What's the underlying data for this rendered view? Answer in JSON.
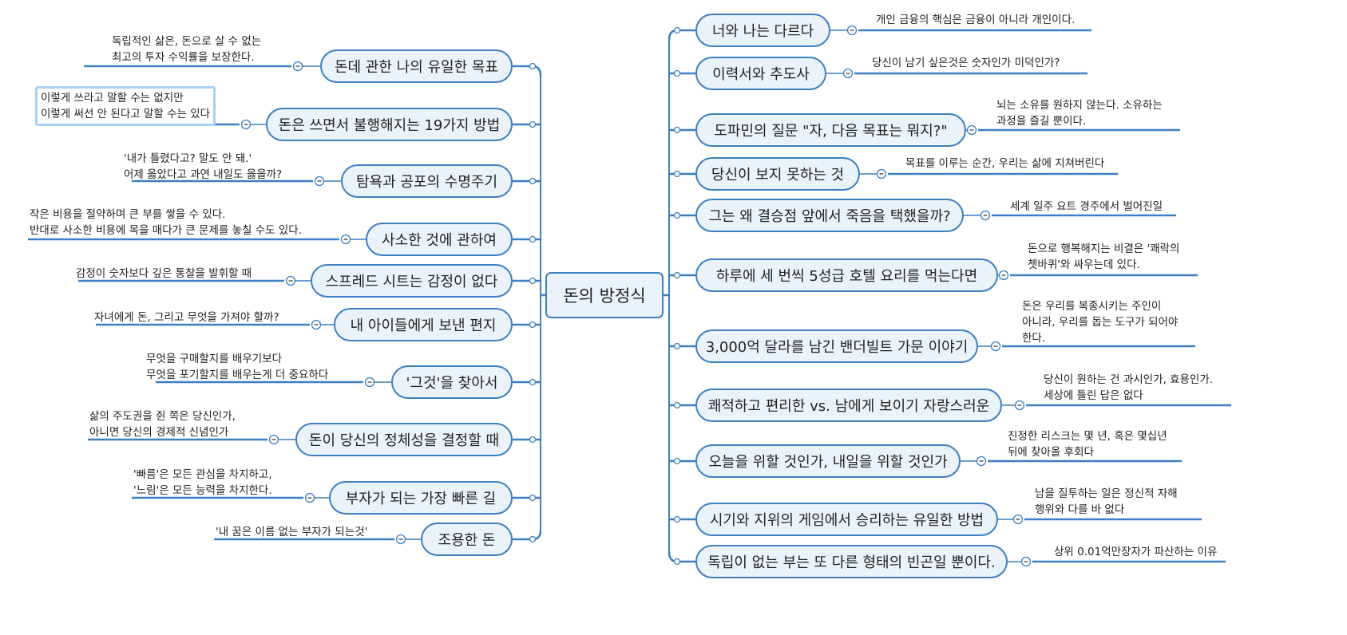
{
  "root": {
    "label": "돈의 방정식"
  },
  "colors": {
    "accent": "#3d7fc1",
    "node_fill": "#eaf2fa",
    "selection": "#a8d0f5"
  },
  "left_topics": [
    {
      "label": "돈데 관한 나의 유일한 목표",
      "note": "독립적인 삶은, 돈으로 살 수 없는\n최고의 투자 수익률을 보장한다."
    },
    {
      "label": "돈은 쓰면서 불행해지는 19가지 방법",
      "note": "이렇게 쓰라고 말할 수는 없지만\n이렇게 써선 안 된다고 말할 수는 있다",
      "selected": true
    },
    {
      "label": "탐욕과 공포의 수명주기",
      "note": "'내가 틀렸다고? 말도 안 돼.'\n어제 옳았다고 과연 내일도 옳을까?"
    },
    {
      "label": "사소한 것에 관하여",
      "note": "작은 비용을 절약하며 큰 부를 쌓을 수 있다.\n반대로 사소한 비용에 목을 매다가 큰 문제를 놓칠 수도 있다."
    },
    {
      "label": "스프레드 시트는 감정이 없다",
      "note": "감정이 숫자보다 깊은 통찰을 발휘할 때"
    },
    {
      "label": "내 아이들에게 보낸 편지",
      "note": "자녀에게 돈, 그리고 무엇을 가져야 할까?"
    },
    {
      "label": "'그것'을 찾아서",
      "note": "무엇을 구매할지를 배우기보다\n무엇을 포기할지를 배우는게 더 중요하다"
    },
    {
      "label": "돈이 당신의 정체성을 결정할 때",
      "note": "삶의 주도권을 쥔 쪽은 당신인가,\n아니면 당신의 경제적 신념인가"
    },
    {
      "label": "부자가 되는 가장 빠른 길",
      "note": "'빠름'은 모든 관심을 차지하고,\n'느림'은 모든 능력을 차지한다."
    },
    {
      "label": "조용한 돈",
      "note": "'내 꿈은 이름 없는 부자가 되는것'"
    }
  ],
  "right_topics": [
    {
      "label": "너와 나는 다르다",
      "note": "개인 금융의 핵심은 금융이 아니라 개인이다."
    },
    {
      "label": "이력서와 추도사",
      "note": "당신이 남기 싶은것은 숫자인가 미덕인가?"
    },
    {
      "label": "도파민의 질문 \"자, 다음 목표는 뭐지?\"",
      "note": "뇌는 소유를 원하지 않는다. 소유하는\n과정을 즐길 뿐이다."
    },
    {
      "label": "당신이 보지 못하는 것",
      "note": "목표를 이루는 순간, 우리는 삶에 지쳐버린다"
    },
    {
      "label": "그는 왜 결승점 앞에서 죽음을 택했을까?",
      "note": "세계 일주 요트 경주에서 벌어진일"
    },
    {
      "label": "하루에 세 번씩 5성급 호텔 요리를 먹는다면",
      "note": "돈으로 행복해지는 비결은 '쾌락의\n쳇바퀴'와 싸우는데 있다."
    },
    {
      "label": "3,000억 달라를 남긴 밴더빌트 가문 이야기",
      "note": "돈은 우리를 복종시키는 주인이\n아니라, 우리를 돕는 도구가 되어야\n한다."
    },
    {
      "label": "쾌적하고 편리한 vs. 남에게 보이기 자랑스러운",
      "note": "당신이 원하는 건 과시인가, 효용인가.\n세상에 틀린 답은 없다"
    },
    {
      "label": "오늘을 위할 것인가, 내일을 위할 것인가",
      "note": "진정한 리스크는 몇 년, 혹은 몇십년\n뒤에 찾아올 후회다"
    },
    {
      "label": "시기와 지위의 게임에서 승리하는 유일한 방법",
      "note": "남을 질투하는 일은 정신적 자해\n행위와 다를 바 없다"
    },
    {
      "label": "독립이 없는 부는 또 다른 형태의 빈곤일 뿐이다.",
      "note": "상위 0.01억만장자가 파산하는 이유"
    }
  ]
}
